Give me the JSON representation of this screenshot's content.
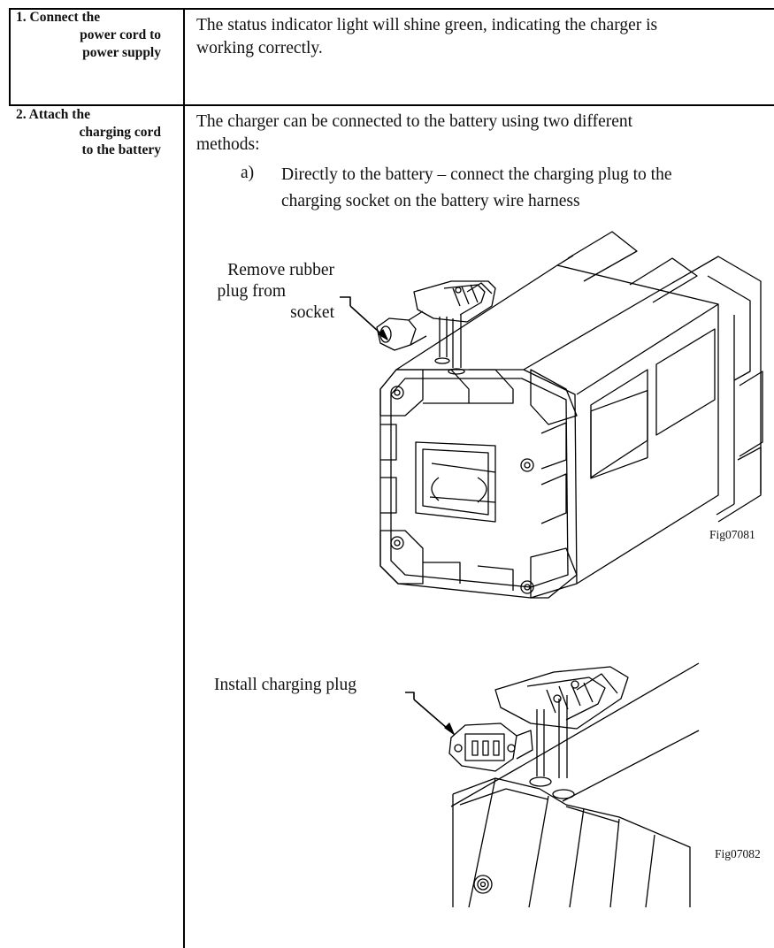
{
  "steps": [
    {
      "number_title": "1. Connect the",
      "line2": "power cord to",
      "line3": "power supply",
      "description": [
        "The status indicator light will shine green, indicating the charger is",
        "working correctly."
      ]
    },
    {
      "number_title": "2. Attach the",
      "line2": "charging cord",
      "line3": "to the battery",
      "description": [
        "The charger can be connected to the battery using two different",
        "methods:"
      ],
      "method_a": {
        "marker": "a)",
        "text": [
          "Directly to the battery – connect the charging plug to the",
          "charging socket on the battery wire harness"
        ]
      }
    }
  ],
  "figures": [
    {
      "callout": [
        "Remove rubber",
        "plug from",
        "socket"
      ],
      "figure_id": "Fig07081"
    },
    {
      "callout": [
        "Install charging plug"
      ],
      "figure_id": "Fig07082"
    }
  ]
}
